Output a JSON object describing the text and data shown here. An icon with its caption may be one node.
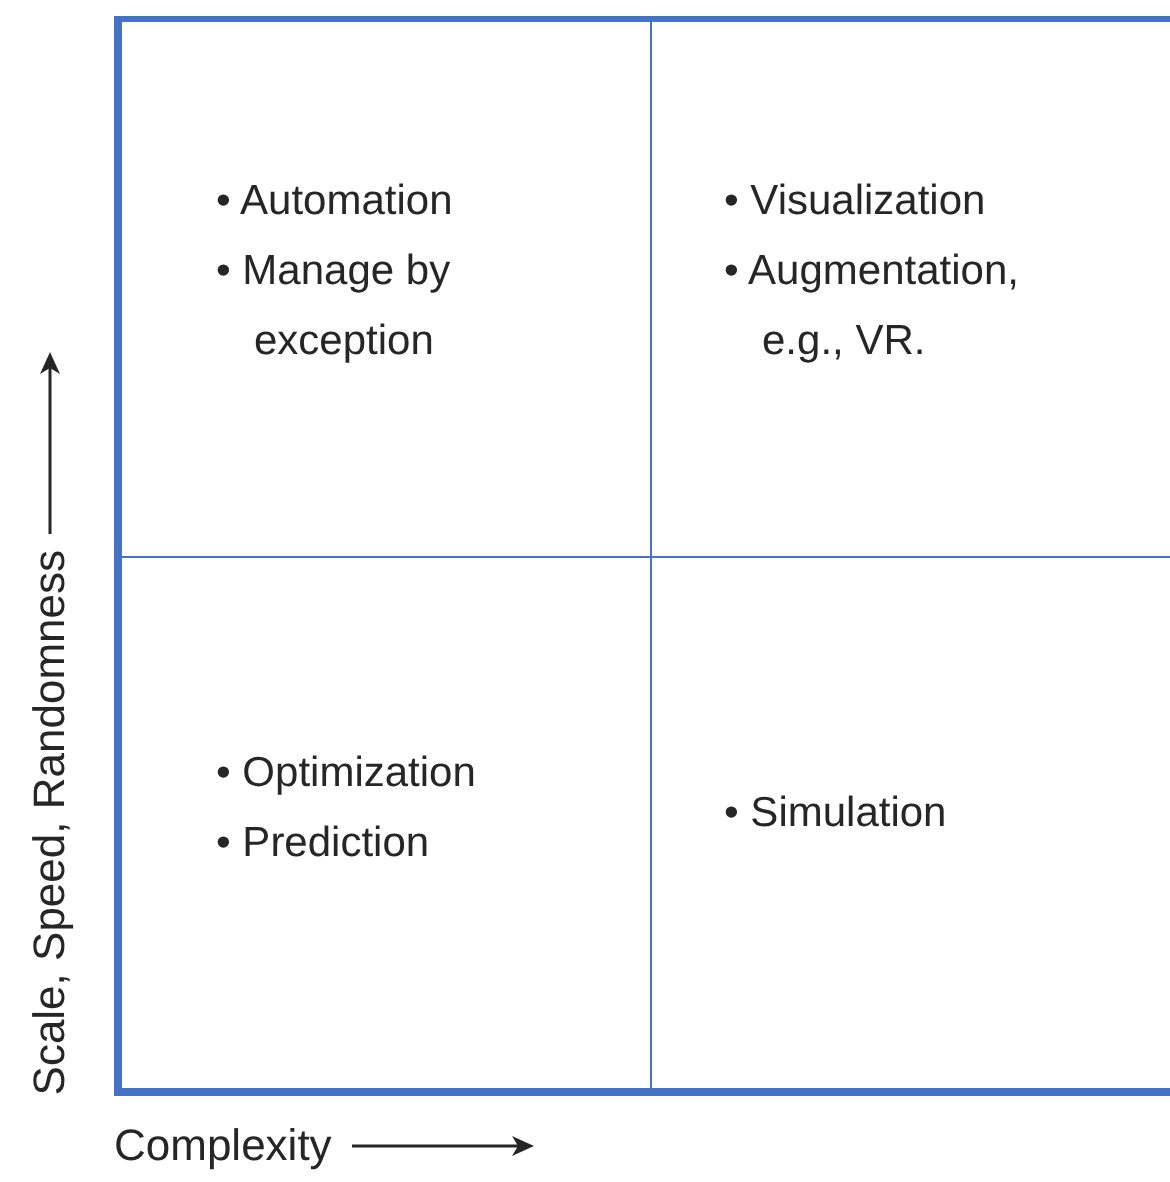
{
  "diagram": {
    "nodes": [
      {
        "text": [
          "• Automation",
          "• Manage by exception"
        ]
      },
      {
        "text": [
          "• Visualization",
          "• Augmentation, e.g., VR."
        ]
      },
      {
        "text": [
          "• Optimization",
          "• Prediction"
        ]
      },
      {
        "text": [
          "• Simulation"
        ]
      }
    ],
    "labels": [
      "Scale, Speed, Randomness",
      "Complexity"
    ]
  }
}
